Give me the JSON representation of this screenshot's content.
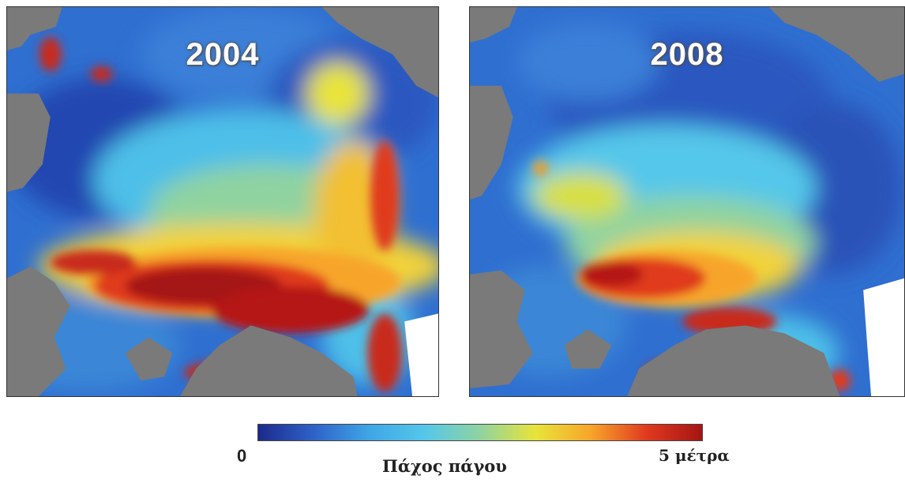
{
  "panels": [
    {
      "year": "2004"
    },
    {
      "year": "2008"
    }
  ],
  "colorbar": {
    "min_label": "0",
    "max_label": "5 μέτρα",
    "title": "Πάχος πάγου",
    "colors": [
      "#1b2a8c",
      "#2f62c8",
      "#3fa6e6",
      "#55c7ea",
      "#8fd3a0",
      "#e8e43a",
      "#f7a52a",
      "#e03a1f",
      "#a51414"
    ]
  },
  "colors": {
    "land": "#7a7a7a",
    "ocean_gap": "#ffffff"
  }
}
